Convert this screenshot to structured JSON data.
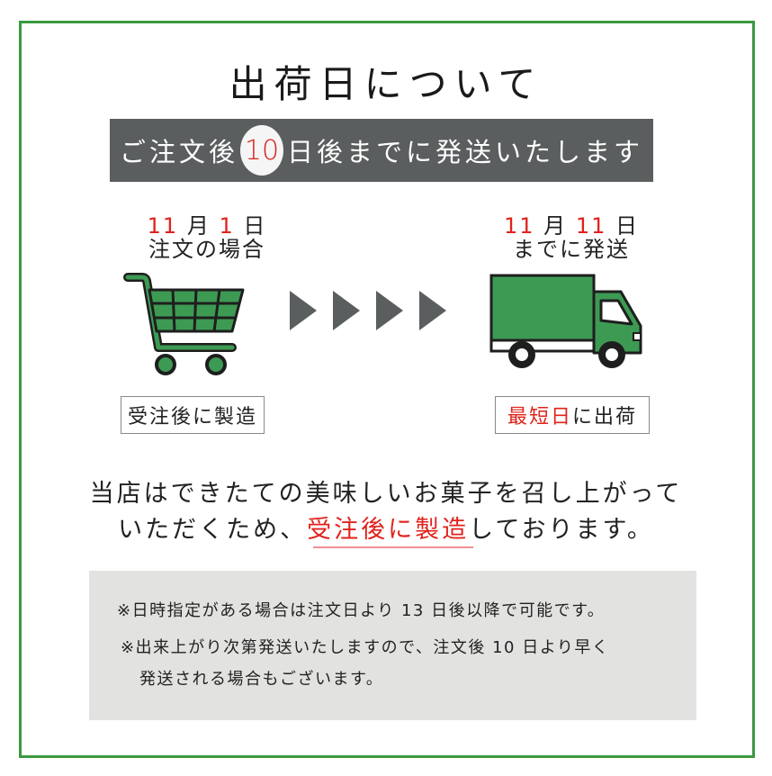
{
  "title": "出荷日について",
  "banner": {
    "prefix": "ご注文後",
    "days": "10",
    "suffix": "日後までに発送いたします"
  },
  "steps": {
    "left": {
      "month": "11",
      "month_unit": "月",
      "day": "1",
      "day_unit": "日",
      "caption": "注文の場合",
      "icon": "shopping-cart-icon",
      "tag": "受注後に製造"
    },
    "right": {
      "month": "11",
      "month_unit": "月",
      "day": "11",
      "day_unit": "日",
      "caption": "までに発送",
      "icon": "delivery-truck-icon",
      "tag_highlight": "最短日",
      "tag_rest": "に出荷"
    },
    "arrow_count": 4
  },
  "description": {
    "line1": "当店はできたての美味しいお菓子を召し上がって",
    "line2_prefix": "いただくため、",
    "line2_highlight": "受注後に製造",
    "line2_suffix": "しております。"
  },
  "notes": [
    "※日時指定がある場合は注文日より 13 日後以降で可能です。",
    "※出来上がり次第発送いたしますので、注文後 10 日より早く",
    "発送される場合もございます。"
  ],
  "colors": {
    "frame_green": "#3a9a3f",
    "icon_green": "#3d9a53",
    "banner_gray": "#5a5e5e",
    "accent_red": "#e0221c",
    "notes_bg": "#e2e2e1"
  }
}
